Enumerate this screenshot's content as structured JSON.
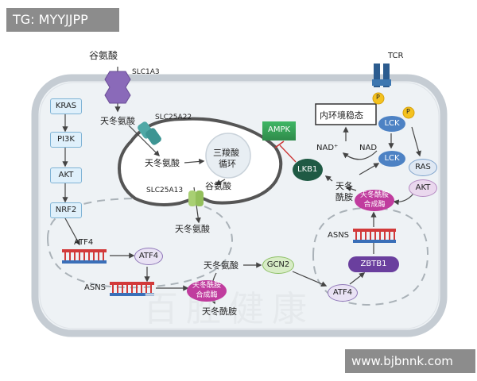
{
  "overlays": {
    "tag": "TG: MYYJJPP",
    "site": "www.bjbnnk.com"
  },
  "molecules": {
    "glutamate_top": "谷氨酸",
    "aspartate_cytoplasm": "天冬氨酸",
    "aspartate_mito": "天冬氨酸",
    "glutamate_mito": "谷氨酸",
    "aspartate_bottom": "天冬氨酸",
    "aspartate_mid": "天冬氨酸",
    "asparagine_bottom": "天冬酰胺",
    "asparagine_right_line1": "天冬",
    "asparagine_right_line2": "酰胺",
    "nad_plus": "NAD⁺",
    "nadh": "NAD",
    "tca": [
      "三羧酸",
      "循环"
    ]
  },
  "transporters": {
    "slc1a3": "SLC1A3",
    "slc25a22": "SLC25A22",
    "slc25a13": "SLC25A13"
  },
  "pathway_left": [
    "KRAS",
    "PI3K",
    "AKT",
    "NRF2"
  ],
  "proteins": {
    "atf4_top": "ATF4",
    "atf4_circle": "ATF4",
    "atf4_right": "ATF4",
    "asns_left": "ASNS",
    "asns_right": "ASNS",
    "asns_enzyme": [
      "天冬酰胺",
      "合成酶"
    ],
    "asns_enzyme_right": [
      "天冬酰胺",
      "合成酶"
    ],
    "gcn2": "GCN2",
    "zbtb1": "ZBTB1",
    "ampk": "AMPK",
    "lkb1": "LKB1",
    "lck_top": "LCK",
    "lck_mid": "LCK",
    "ras": "RAS",
    "akt_right": "AKT",
    "tcr": "TCR",
    "p": "P"
  },
  "homeostasis": "内环境稳态",
  "watermark": "百胜健康",
  "colors": {
    "cell_fill": "#eef2f5",
    "cell_border": "#c5ccd3",
    "box_fill": "#dff0fb",
    "box_border": "#7fb3d5",
    "purple_enzyme": "#c03c9e",
    "ampk_green": "#3ea35a",
    "lkb1_dark": "#1f5a44",
    "lck_blue": "#4d82c4",
    "zbtb1_purple": "#6a3f9e",
    "gcn2_green": "#d8ecc6",
    "dna_red": "#d23a3a",
    "dna_blue": "#3a6fb8",
    "slc1a3_purple": "#8a6ab9",
    "slc25a22_teal": "#4fa8a6",
    "slc25a13_green": "#a8cf73",
    "tcr_blue": "#2c5c8f",
    "p_yellow": "#f4c21f"
  }
}
